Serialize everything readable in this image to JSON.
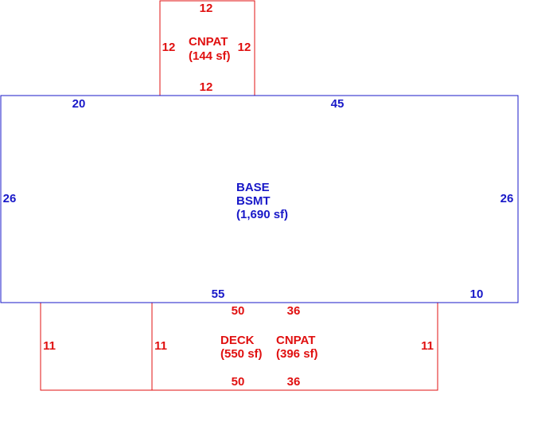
{
  "colors": {
    "base": "#1818c8",
    "addon": "#e01010"
  },
  "base_area": {
    "name1": "BASE",
    "name2": "BSMT",
    "area": "(1,690 sf)",
    "dims": {
      "top_left": "20",
      "top_right": "45",
      "left": "26",
      "right": "26",
      "bottom_mid": "55",
      "bottom_right": "10"
    }
  },
  "top_canopy": {
    "name": "CNPAT",
    "area": "(144 sf)",
    "dims": {
      "top": "12",
      "left": "12",
      "right": "12",
      "bottom": "12"
    }
  },
  "deck": {
    "name": "DECK",
    "area": "(550 sf)",
    "dims": {
      "top": "50",
      "bottom": "50"
    }
  },
  "bottom_canopy": {
    "name": "CNPAT",
    "area": "(396 sf)",
    "dims": {
      "top": "36",
      "bottom": "36"
    }
  },
  "bottom_sides": {
    "outer_left": "11",
    "inner_left": "11",
    "right": "11"
  }
}
